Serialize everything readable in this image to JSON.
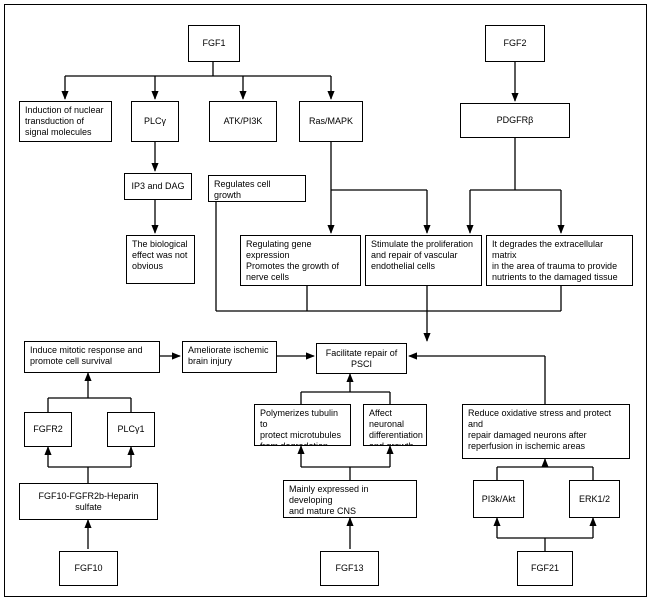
{
  "nodes": {
    "fgf1": "FGF1",
    "fgf2": "FGF2",
    "nuclear": "Induction of nuclear\ntransduction of\nsignal molecules",
    "plcg": "PLCγ",
    "atk": "ATK/PI3K",
    "ras": "Ras/MAPK",
    "pdgfr": "PDGFRβ",
    "ip3": "IP3 and DAG",
    "regulates": "Regulates cell growth\nand proliferation",
    "bio": "The biological\neffect was not\nobvious",
    "gene": "Regulating gene expression\nPromotes the growth of\nnerve cells",
    "stimulate": "Stimulate the proliferation\nand repair of vascular\nendothelial cells",
    "degrade": "It degrades the extracellular matrix\nin the area of trauma to provide\nnutrients to the damaged tissue",
    "mitotic": "Induce mitotic response and\npromote cell survival",
    "ameliorate": "Ameliorate ischemic\nbrain injury",
    "psci": "Facilitate repair of PSCI",
    "fgfr2": "FGFR2",
    "plcg1": "PLCγ1",
    "tubulin": "Polymerizes tubulin to\nprotect microtubules\nfrom degradation",
    "neuronal": "Affect neuronal\ndifferentiation\nand growth",
    "oxidative": "Reduce oxidative stress and protect and\nrepair damaged neurons after\nreperfusion in ischemic areas",
    "heparin": "FGF10-FGFR2b-Heparin sulfate",
    "cns": "Mainly expressed in developing\nand mature CNS",
    "pi3k": "PI3k/Akt",
    "erk": "ERK1/2",
    "fgf10": "FGF10",
    "fgf13": "FGF13",
    "fgf21": "FGF21"
  }
}
